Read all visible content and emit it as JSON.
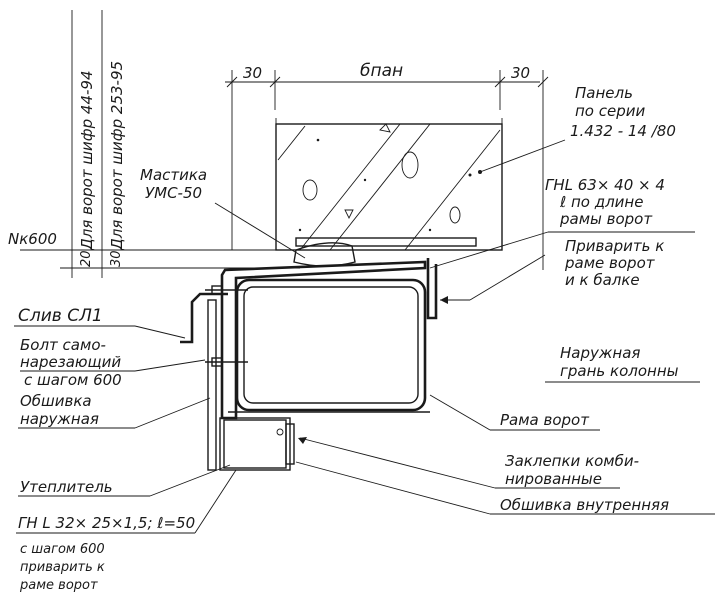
{
  "labels": {
    "dim_left": "30",
    "dim_right": "30",
    "dim_title": "бпан",
    "vert_text_1": "Для ворот шифр 44-94",
    "vert_text_2": "Для ворот шифр 253-95",
    "panel_1": "Панель",
    "panel_2": "по серии",
    "panel_3": "1.432 - 14 /80",
    "mastic_1": "Мастика",
    "mastic_2": "УМС-50",
    "gnl_1": "ГНL 63× 40 × 4",
    "gnl_2": "ℓ по длине",
    "gnl_3": "рамы ворот",
    "weld_1": "Приварить к",
    "weld_2": "раме ворот",
    "weld_3": "и к балке",
    "nk_level": "Nк600",
    "dim_20": "20",
    "dim_30b": "30",
    "drain": "Слив СЛ1",
    "bolt_1": "Болт само-",
    "bolt_2": "нарезающий",
    "bolt_3": "с шагом 600",
    "sheath_out_1": "Обшивка",
    "sheath_out_2": "наружная",
    "col_edge_1": "Наружная",
    "col_edge_2": "грань колонны",
    "frame": "Рама ворот",
    "rivets_1": "Заклепки комби-",
    "rivets_2": "нированные",
    "insul": "Утеплитель",
    "sheath_in": "Обшивка внутренняя",
    "gnl32": "ГН L 32× 25×1,5; ℓ=50",
    "pitch_1": "с шагом 600",
    "pitch_2": "приварить к",
    "pitch_3": "раме ворот"
  }
}
